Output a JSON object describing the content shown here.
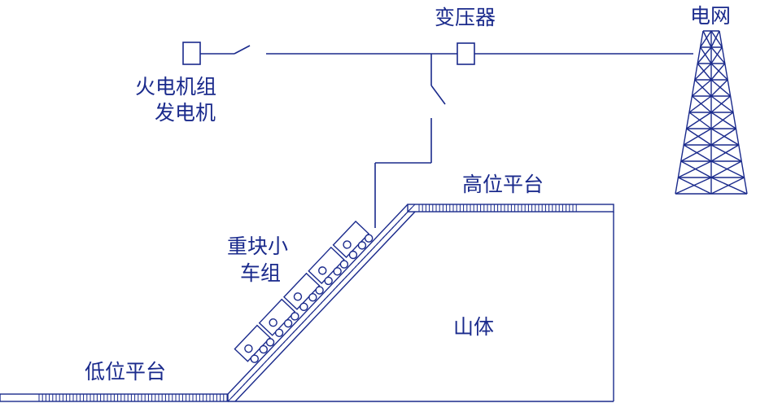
{
  "colors": {
    "line": "#1a2a8c",
    "background": "#ffffff"
  },
  "labels": {
    "transformer": "变压器",
    "grid": "电网",
    "thermal_unit_line1": "火电机组",
    "thermal_unit_line2": "发电机",
    "high_platform": "高位平台",
    "heavy_cart_line1": "重块小",
    "heavy_cart_line2": "车组",
    "mountain": "山体",
    "low_platform": "低位平台"
  },
  "icons": {
    "grid_tower": "transmission-tower-icon",
    "transformer": "transformer-icon",
    "generator": "generator-icon",
    "switch": "switch-icon",
    "cart": "cart-icon"
  }
}
